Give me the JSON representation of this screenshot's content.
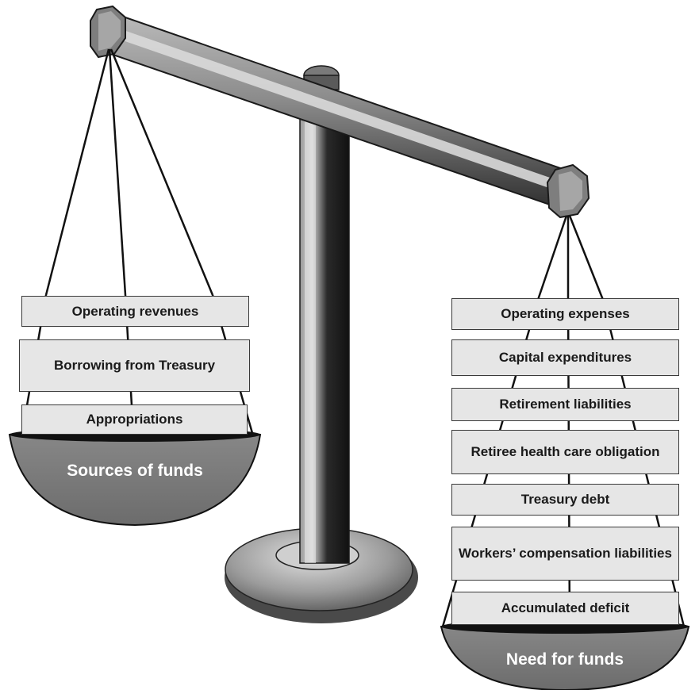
{
  "left_pan": {
    "label": "Sources of funds",
    "items": [
      "Operating revenues",
      "Borrowing from Treasury",
      "Appropriations"
    ]
  },
  "right_pan": {
    "label": "Need for funds",
    "items": [
      "Operating expenses",
      "Capital expenditures",
      "Retirement liabilities",
      "Retiree health care obligation",
      "Treasury debt",
      "Workers’ compensation liabilities",
      "Accumulated deficit"
    ]
  }
}
